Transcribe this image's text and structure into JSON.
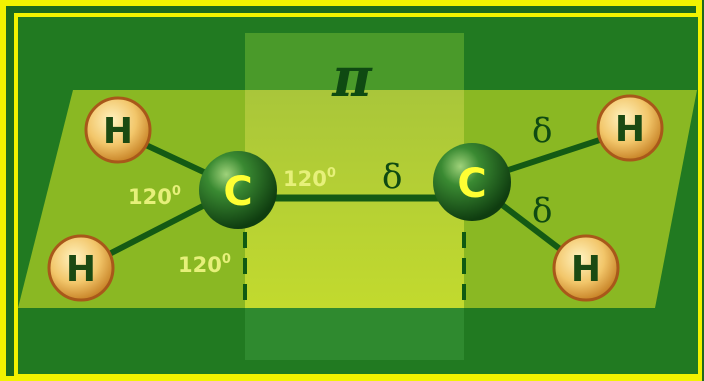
{
  "diagram": {
    "pi_label": "π",
    "carbon_label": "C",
    "hydrogen_label": "H",
    "angle_label": "120",
    "angle_superscript": "0",
    "delta_label": "δ"
  },
  "colors": {
    "background": "#1d6a1d",
    "frame": "#f2f200",
    "plane": "#8ab823",
    "pi_band": "#b5cf2c",
    "bond": "#145a14",
    "carbon": "#1d5a1d",
    "hydrogen": "#f0b050"
  }
}
